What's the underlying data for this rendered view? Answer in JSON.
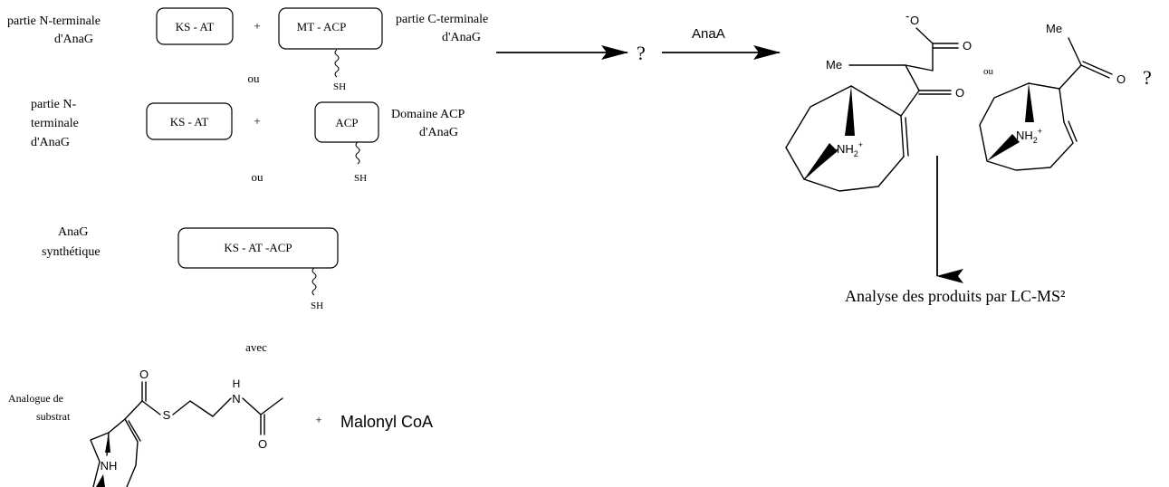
{
  "panel_left": {
    "option1": {
      "label_left": [
        "partie N-terminale",
        "d'AnaG"
      ],
      "box1": "KS - AT",
      "plus": "+",
      "box2": "MT - ACP",
      "sh": "SH",
      "label_right": [
        "partie C-terminale",
        "d'AnaG"
      ]
    },
    "ou1": "ou",
    "option2": {
      "label_left": [
        "partie N-",
        "terminale",
        "d'AnaG"
      ],
      "box1": "KS - AT",
      "plus": "+",
      "box2": "ACP",
      "sh": "SH",
      "label_right": [
        "Domaine ACP",
        "d'AnaG"
      ]
    },
    "ou2": "ou",
    "option3": {
      "label_left": [
        "AnaG",
        "synthétique"
      ],
      "box": "KS - AT -ACP",
      "sh": "SH"
    },
    "avec": "avec",
    "substrate": {
      "label": [
        "Analogue de",
        "substrat"
      ],
      "atom_o": "O",
      "atom_s": "S",
      "atom_h": "H",
      "atom_n": "N",
      "atom_o2": "O",
      "atom_nh": "NH",
      "plus": "+",
      "malonyl": "Malonyl CoA"
    }
  },
  "reaction": {
    "question1": "?",
    "enzyme": "AnaA"
  },
  "products": {
    "product1": {
      "charge": "-",
      "o_minus": "O",
      "o_double": "O",
      "me": "Me",
      "ketone_o": "O",
      "amine": "NH",
      "sub2": "2",
      "sup_plus": "+"
    },
    "ou": "ou",
    "product2": {
      "me": "Me",
      "ketone_o": "O",
      "amine": "NH",
      "sub2": "2",
      "sup_plus": "+"
    },
    "question2": "?",
    "analysis": "Analyse des produits par LC-MS²"
  }
}
